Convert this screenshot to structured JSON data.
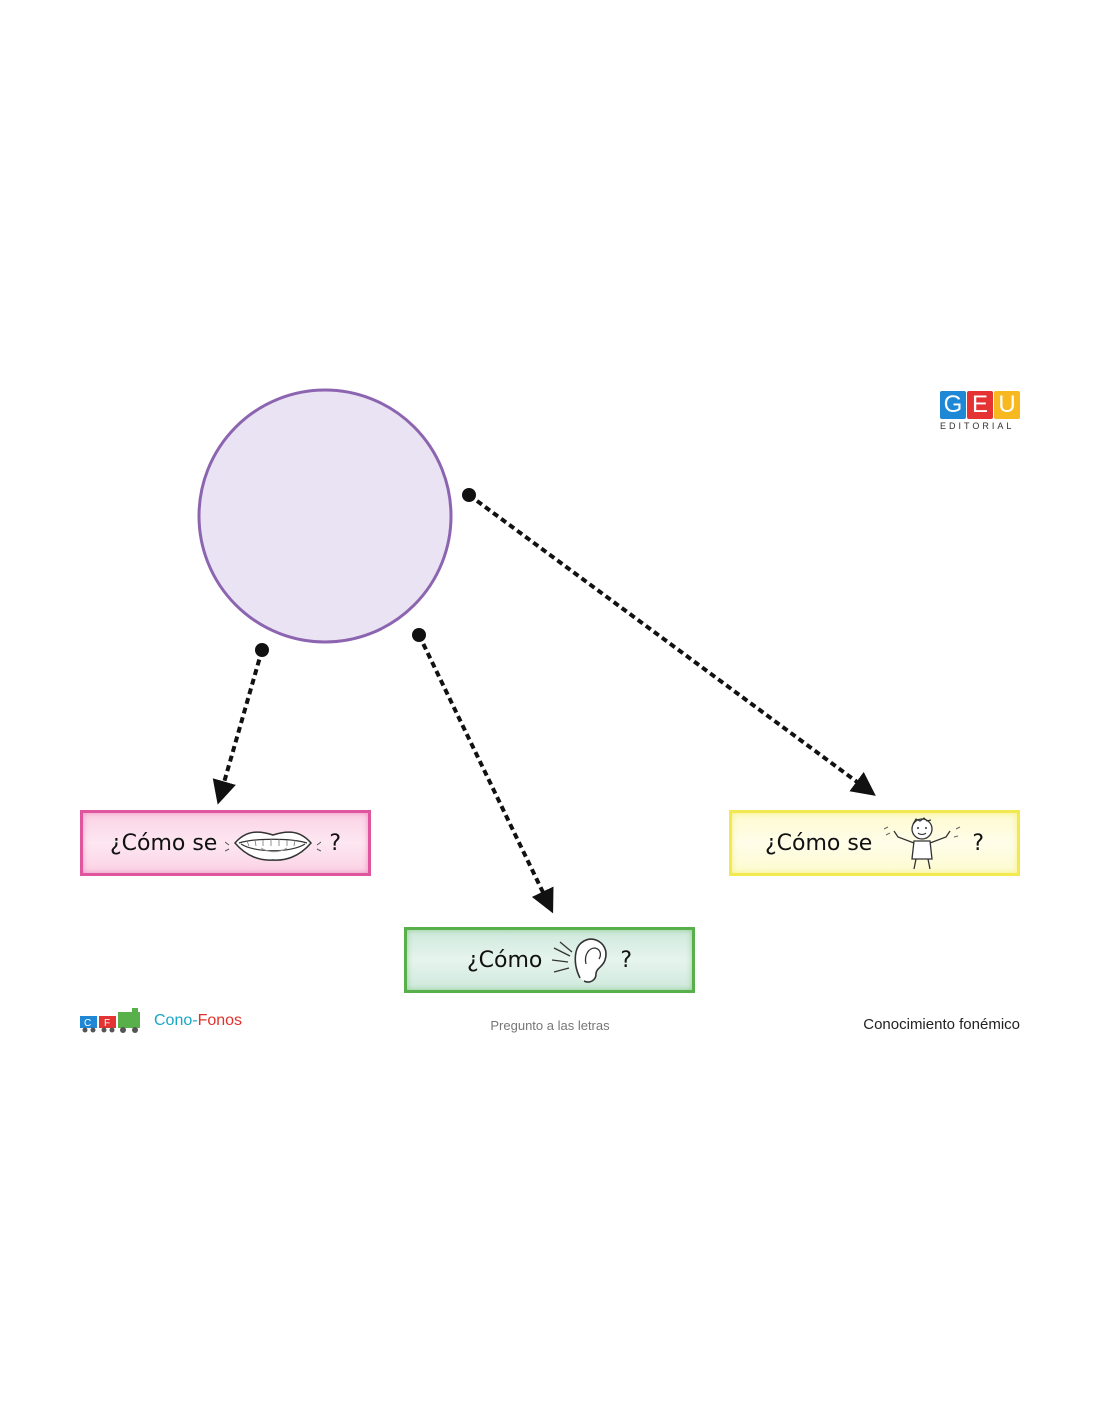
{
  "boxes": {
    "mouth": {
      "text": "¿Cómo se",
      "end": "?",
      "icon": "mouth-icon"
    },
    "ear": {
      "text": "¿Cómo",
      "end": "?",
      "icon": "ear-icon"
    },
    "child": {
      "text": "¿Cómo se",
      "end": "?",
      "icon": "child-gesturing-icon"
    }
  },
  "logo": {
    "letters": [
      "G",
      "E",
      "U"
    ],
    "colors": [
      "#1e88d6",
      "#e53232",
      "#f7b820"
    ],
    "subtitle": "EDITORIAL"
  },
  "footer": {
    "brand_part1": "Cono-",
    "brand_part2": "Fonos",
    "brand_icon": "train-icon",
    "center": "Pregunto a las letras",
    "right": "Conocimiento fonémico"
  },
  "colors": {
    "circle_fill": "#e9e3f3",
    "circle_stroke": "#8c64b0",
    "pink": "#e0569e",
    "green": "#58b04b",
    "yellow": "#f1e94f"
  }
}
